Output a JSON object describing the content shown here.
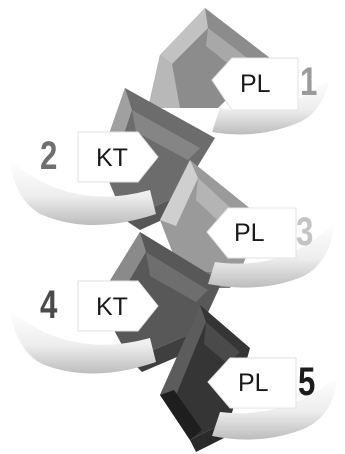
{
  "steps": [
    {
      "number": "1",
      "label": "PL",
      "number_color": "#9a9a9a"
    },
    {
      "number": "2",
      "label": "KT",
      "number_color": "#6f6f6f"
    },
    {
      "number": "3",
      "label": "PL",
      "number_color": "#c4c4c4"
    },
    {
      "number": "4",
      "label": "KT",
      "number_color": "#4a4a4a"
    },
    {
      "number": "5",
      "label": "PL",
      "number_color": "#1c1c1c"
    }
  ]
}
